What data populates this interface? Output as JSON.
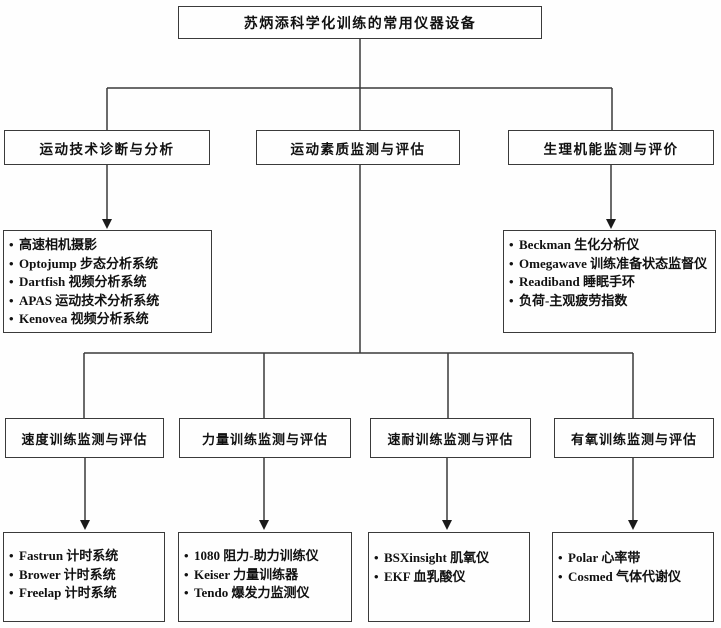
{
  "title": "苏炳添科学化训练的常用仪器设备",
  "branches": {
    "tech": {
      "label": "运动技术诊断与分析",
      "items": [
        "高速相机摄影",
        "Optojump 步态分析系统",
        "Dartfish 视频分析系统",
        "APAS 运动技术分析系统",
        "Kenovea 视频分析系统"
      ]
    },
    "fitness": {
      "label": "运动素质监测与评估"
    },
    "physio": {
      "label": "生理机能监测与评价",
      "items": [
        "Beckman 生化分析仪",
        "Omegawave 训练准备状态监督仪",
        "Readiband 睡眠手环",
        "负荷-主观疲劳指数"
      ]
    }
  },
  "sub_branches": {
    "speed": {
      "label": "速度训练监测与评估",
      "items": [
        "Fastrun 计时系统",
        "Brower 计时系统",
        "Freelap 计时系统"
      ]
    },
    "strength": {
      "label": "力量训练监测与评估",
      "items": [
        "1080 阻力-助力训练仪",
        "Keiser 力量训练器",
        "Tendo 爆发力监测仪"
      ]
    },
    "speed_endurance": {
      "label": "速耐训练监测与评估",
      "items": [
        "BSXinsight 肌氧仪",
        "EKF 血乳酸仪"
      ]
    },
    "aerobic": {
      "label": "有氧训练监测与评估",
      "items": [
        "Polar 心率带",
        "Cosmed 气体代谢仪"
      ]
    }
  },
  "colors": {
    "line": "#3a3a3a",
    "box_border": "#3a3a3a",
    "background": "#fefefe",
    "text": "#111111"
  }
}
